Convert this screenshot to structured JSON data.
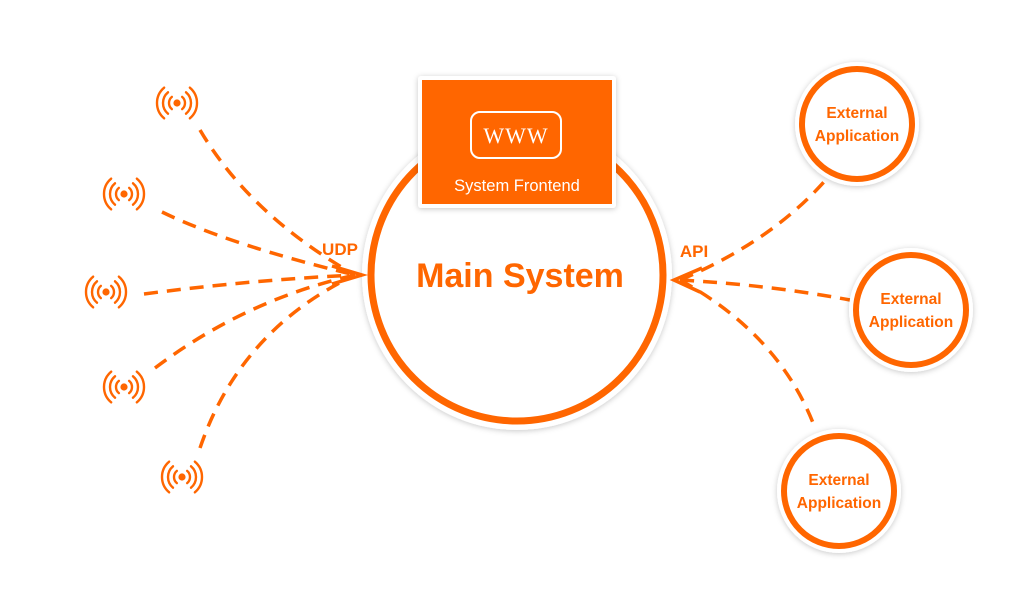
{
  "colors": {
    "accent": "#ff6600",
    "background": "#ffffff",
    "frontend_text": "#ffffff"
  },
  "main_system": {
    "label": "Main System"
  },
  "frontend": {
    "badge_text": "WWW",
    "label": "System Frontend"
  },
  "connectors": {
    "udp_label": "UDP",
    "api_label": "API"
  },
  "sensors": {
    "icon": "wireless-signal-icon",
    "count": 5
  },
  "external_apps": [
    {
      "line1": "External",
      "line2": "Application"
    },
    {
      "line1": "External",
      "line2": "Application"
    },
    {
      "line1": "External",
      "line2": "Application"
    }
  ]
}
